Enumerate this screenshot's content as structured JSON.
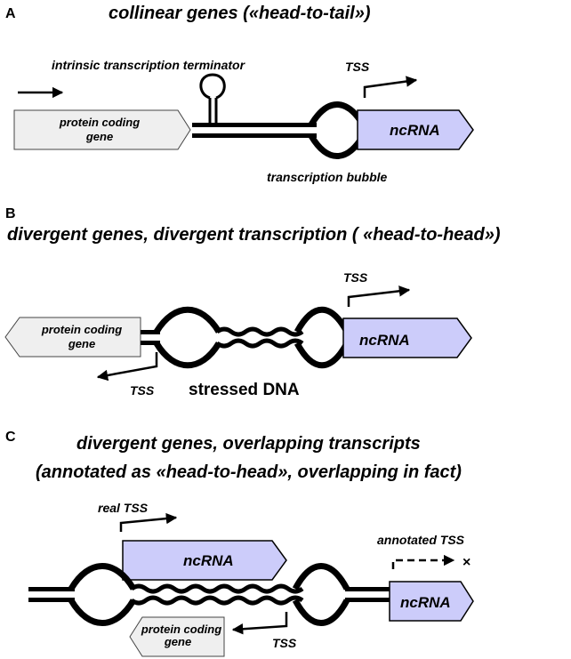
{
  "panels": {
    "a": {
      "letter": "A",
      "title": "collinear genes  («head-to-tail»)",
      "terminator_label": "intrinsic transcription terminator",
      "tss_label": "TSS",
      "protein_line1": "protein coding",
      "protein_line2": "gene",
      "ncrna_label": "ncRNA",
      "bubble_label": "transcription bubble"
    },
    "b": {
      "letter": "B",
      "title": "divergent genes, divergent transcription  ( «head-to-head»)",
      "tss_right_label": "TSS",
      "tss_left_label": "TSS",
      "protein_line1": "protein coding",
      "protein_line2": "gene",
      "ncrna_label": "ncRNA",
      "stressed_label": "stressed DNA"
    },
    "c": {
      "letter": "C",
      "title_line1": "divergent genes, overlapping transcripts",
      "title_line2": "(annotated as «head-to-head», overlapping in fact)",
      "real_tss_label": "real TSS",
      "annotated_tss_label": "annotated TSS",
      "cross_mark": "×",
      "ncrna_top_label": "ncRNA",
      "ncrna_right_label": "ncRNA",
      "protein_line1": "protein coding",
      "protein_line2": "gene",
      "tss_label": "TSS"
    }
  },
  "colors": {
    "ncrna_fill": "#ccccfa",
    "protein_fill": "#efefef",
    "dna": "#000000"
  }
}
